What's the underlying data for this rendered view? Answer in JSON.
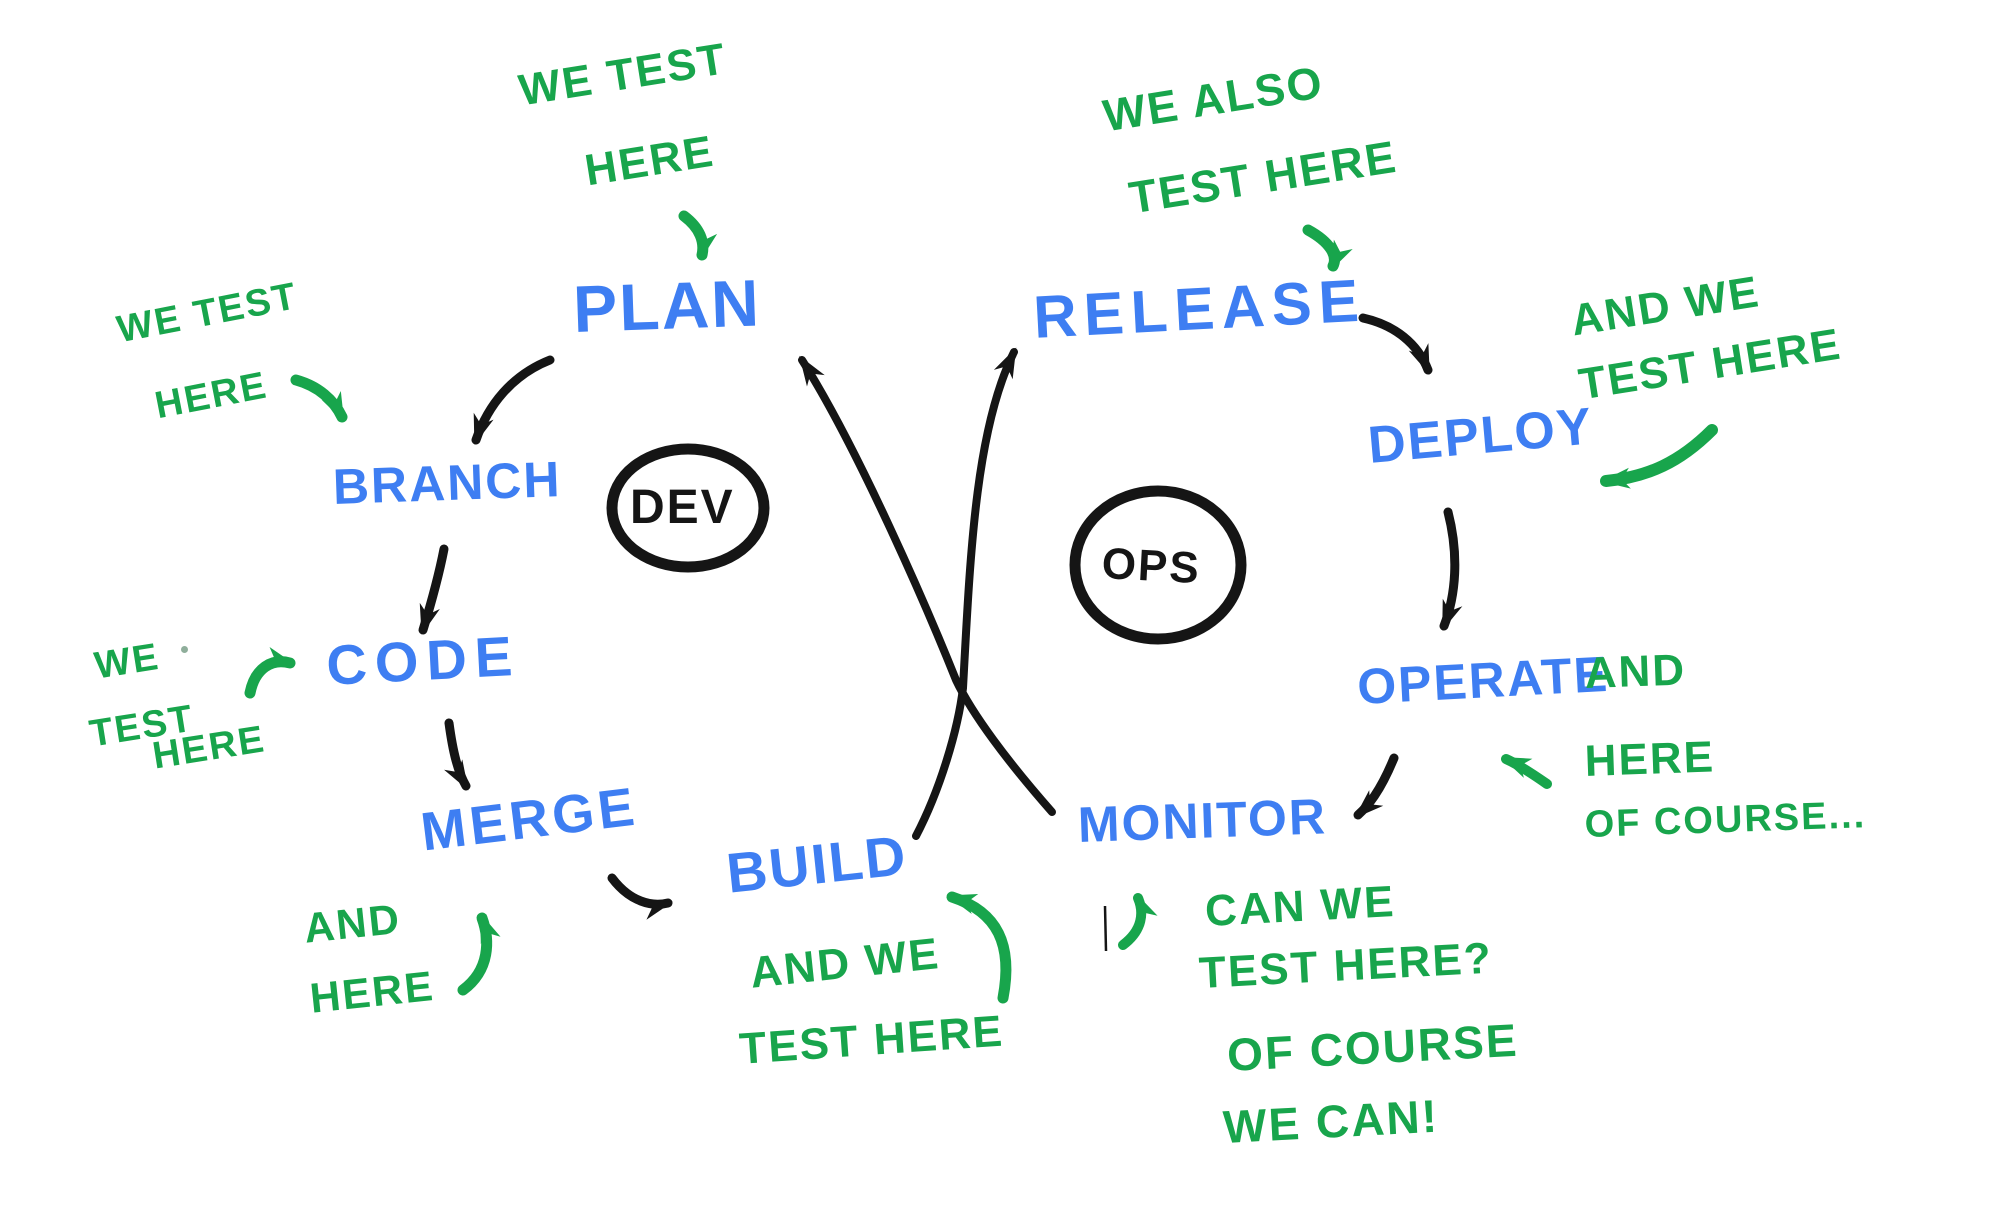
{
  "colors": {
    "stage_blue": "#3E7EF2",
    "note_green": "#18A54C",
    "ink_black": "#151515",
    "background": "#FFFFFF"
  },
  "loops": {
    "dev": {
      "badge": "DEV",
      "stages": {
        "plan": "PLAN",
        "branch": "BRANCH",
        "code": "CODE",
        "merge": "MERGE",
        "build": "BUILD"
      }
    },
    "ops": {
      "badge": "OPS",
      "stages": {
        "release": "RELEASE",
        "deploy": "DEPLOY",
        "operate": "OPERATE",
        "monitor": "MONITOR"
      }
    }
  },
  "notes": {
    "plan": {
      "l1": "WE TEST",
      "l2": "HERE"
    },
    "branch": {
      "l1": "WE TEST",
      "l2": "HERE"
    },
    "code": {
      "l1": "WE",
      "l2": "TEST",
      "l3": "HERE"
    },
    "merge": {
      "l1": "AND",
      "l2": "HERE"
    },
    "build": {
      "l1": "AND WE",
      "l2": "TEST HERE"
    },
    "release": {
      "l1": "WE ALSO",
      "l2": "TEST HERE"
    },
    "deploy": {
      "l1": "AND WE",
      "l2": "TEST HERE"
    },
    "operate": {
      "l1": "AND",
      "l2": "HERE",
      "l3": "OF COURSE..."
    },
    "monitor_question": {
      "l1": "CAN WE",
      "l2": "TEST HERE?"
    },
    "monitor_answer": {
      "l1": "OF COURSE",
      "l2": "WE CAN!"
    }
  }
}
